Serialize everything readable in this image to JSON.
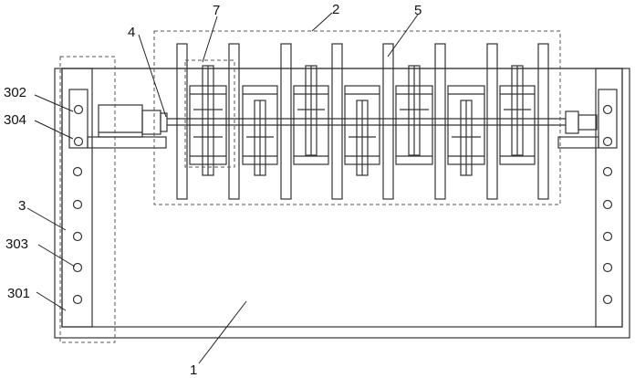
{
  "colors": {
    "stroke": "#333333",
    "dash": "#555555",
    "background": "#ffffff"
  },
  "labels": {
    "l1": "1",
    "l2": "2",
    "l3": "3",
    "l4": "4",
    "l5": "5",
    "l7": "7",
    "l301": "301",
    "l302": "302",
    "l303": "303",
    "l304": "304"
  }
}
